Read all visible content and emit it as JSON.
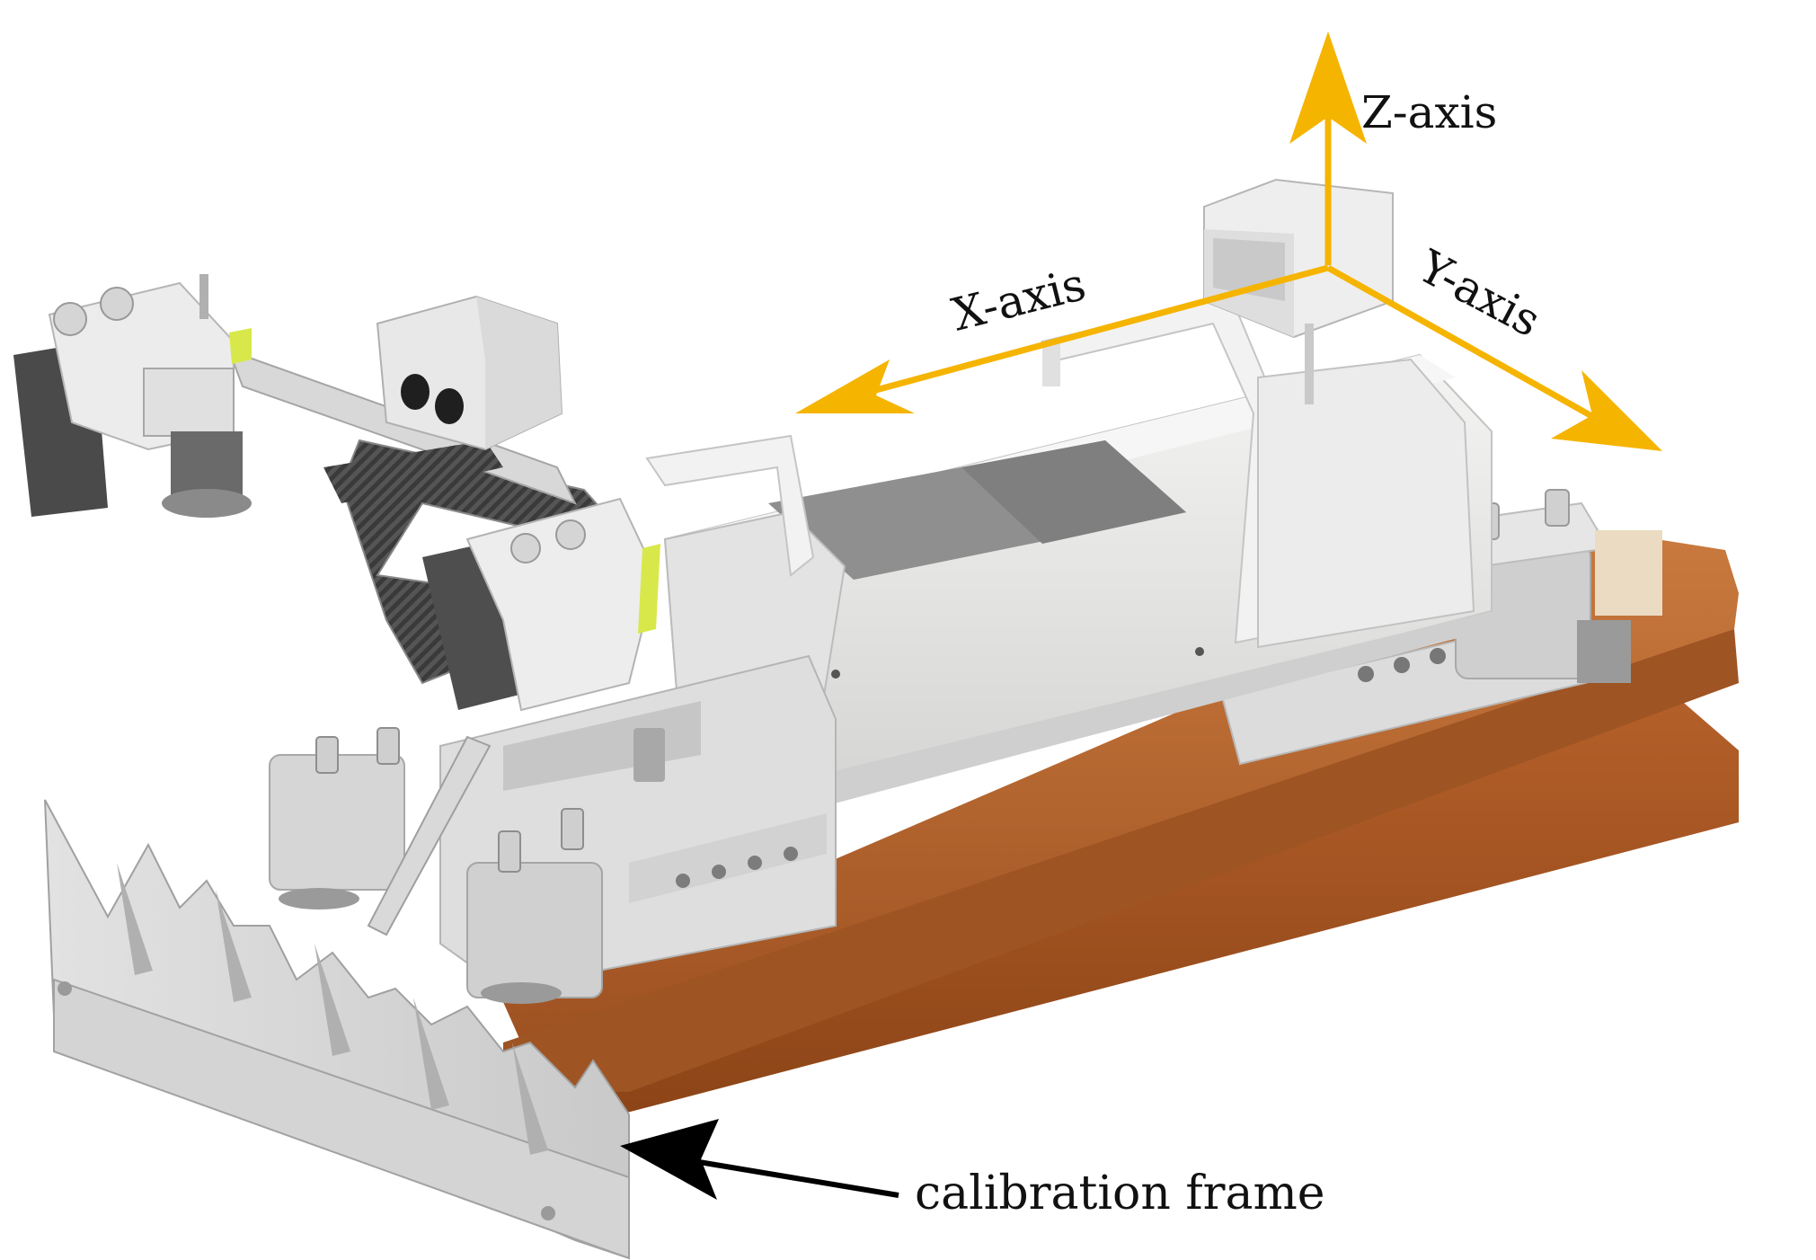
{
  "labels": {
    "z_axis": "Z-axis",
    "x_axis": "X-axis",
    "y_axis": "Y-axis",
    "callout": "calibration frame"
  },
  "colors": {
    "axis": "#f5b400",
    "rail": "#b8642c",
    "body": "#e9e9e7",
    "dark_panel": "#9c9c9c",
    "carbon": "#3d3d3d",
    "highlight": "#d8e84a",
    "arrow": "#000000"
  },
  "icons": {
    "robot": "rail-inspection-robot-illustration",
    "frame": "calibration-frame-illustration"
  }
}
